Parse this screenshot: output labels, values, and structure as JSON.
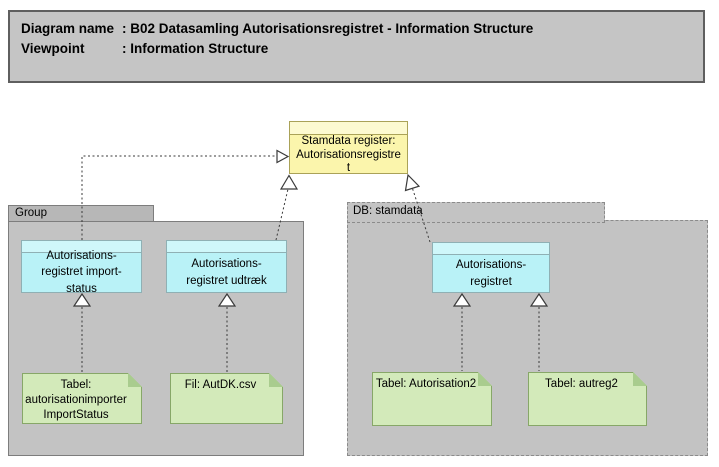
{
  "header": {
    "rows": [
      {
        "label": "Diagram name",
        "sep": ": ",
        "value": "B02 Datasamling Autorisationsregistret - Information Structure"
      },
      {
        "label": "Viewpoint",
        "sep": ": ",
        "value": "Information Structure"
      }
    ]
  },
  "containers": {
    "group": {
      "label": "Group"
    },
    "db": {
      "label": "DB: stamdata"
    }
  },
  "sticky_note": {
    "lines": [
      "Stamdata register:",
      "Autorisationsregistre",
      "t"
    ],
    "full_text": "Stamdata register: Autorisationsregistret"
  },
  "objects": {
    "import_status": {
      "lines": [
        "Autorisations-",
        "registret import-",
        "status"
      ],
      "full_text": "Autorisations-registret import-status"
    },
    "udtraek": {
      "lines": [
        "Autorisations-",
        "registret udtræk"
      ],
      "full_text": "Autorisations-registret udtræk"
    },
    "aut_registret": {
      "lines": [
        "Autorisations-",
        "registret"
      ],
      "full_text": "Autorisations-registret"
    }
  },
  "notes": {
    "tabel_import": {
      "lines": [
        "Tabel:",
        "autorisationimporter",
        "ImportStatus"
      ],
      "full_text": "Tabel: autorisationimporterImportStatus"
    },
    "fil_autdk": {
      "lines": [
        "Fil: AutDK.csv"
      ],
      "full_text": "Fil: AutDK.csv"
    },
    "tabel_autorisation2": {
      "lines": [
        "Tabel: Autorisation2"
      ],
      "full_text": "Tabel: Autorisation2"
    },
    "tabel_autreg2": {
      "lines": [
        "Tabel: autreg2"
      ],
      "full_text": "Tabel: autreg2"
    }
  },
  "relationships": [
    {
      "type": "realization-dotted",
      "from": "Autorisations-registret import-status",
      "to": "Stamdata register: Autorisationsregistret"
    },
    {
      "type": "realization-dotted",
      "from": "Autorisations-registret udtræk",
      "to": "Stamdata register: Autorisationsregistret"
    },
    {
      "type": "realization-dotted",
      "from": "Autorisations-registret (DB)",
      "to": "Stamdata register: Autorisationsregistret"
    },
    {
      "type": "realization-dotted",
      "from": "Tabel: autorisationimporterImportStatus",
      "to": "Autorisations-registret import-status"
    },
    {
      "type": "realization-dotted",
      "from": "Fil: AutDK.csv",
      "to": "Autorisations-registret udtræk"
    },
    {
      "type": "realization-dotted",
      "from": "Tabel: Autorisation2",
      "to": "Autorisations-registret (DB)"
    },
    {
      "type": "realization-dotted",
      "from": "Tabel: autreg2",
      "to": "Autorisations-registret (DB)"
    }
  ],
  "colors": {
    "title_fill": "#c5c5c5",
    "container_fill": "#c3c3c3",
    "object_fill": "#b9f2f7",
    "sticky_fill": "#fbf5ac",
    "note_fill": "#d3eaba",
    "line": "#3a3a3a"
  }
}
